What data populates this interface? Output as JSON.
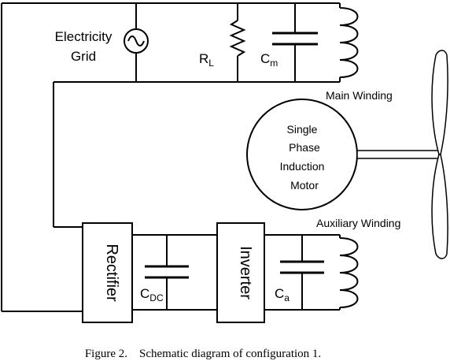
{
  "labels": {
    "grid_line1": "Electricity",
    "grid_line2": "Grid",
    "rl_main": "R",
    "rl_sub": "L",
    "cm_main": "C",
    "cm_sub": "m",
    "main_winding": "Main Winding",
    "aux_winding": "Auxiliary Winding",
    "motor_line1": "Single",
    "motor_line2": "Phase",
    "motor_line3": "Induction",
    "motor_line4": "Motor",
    "rectifier": "Rectifier",
    "inverter": "Inverter",
    "cdc_main": "C",
    "cdc_sub": "DC",
    "ca_main": "C",
    "ca_sub": "a"
  },
  "caption": "Figure 2.    Schematic diagram of configuration 1."
}
